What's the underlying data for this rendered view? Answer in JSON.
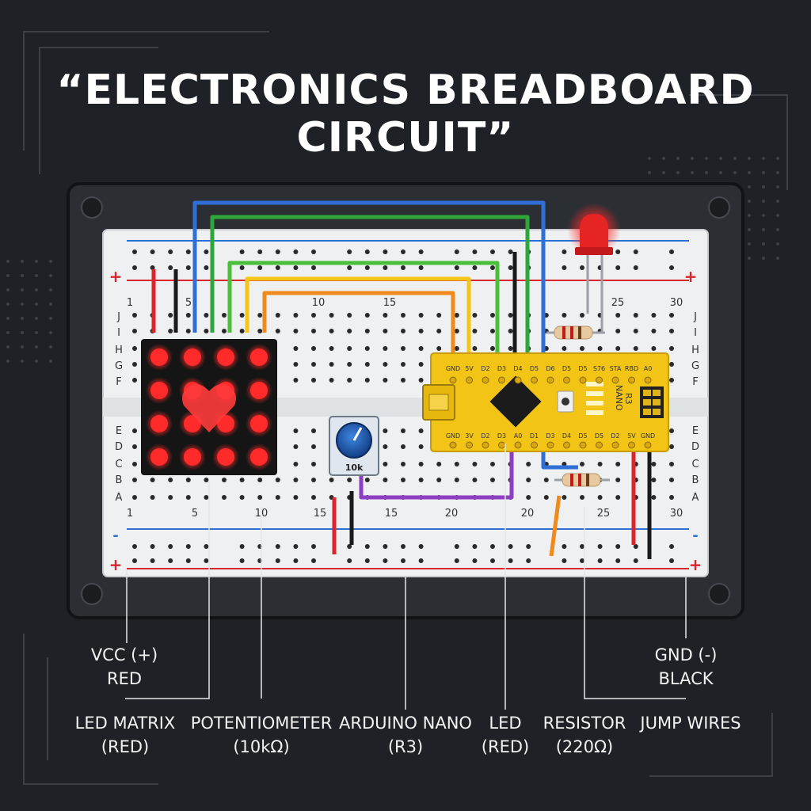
{
  "title": "“ELECTRONICS BREADBOARD CIRCUIT”",
  "colors": {
    "background": "#1e2226",
    "frame": "#2b2f34",
    "board": "#eef0f1",
    "rail_red": "#d8262c",
    "rail_blue": "#2e6fd1",
    "nano": "#f2c416",
    "led_red": "#ff2a2a",
    "wire_blue": "#2f6fd6",
    "wire_green": "#2fa63a",
    "wire_yellow": "#f5c518",
    "wire_orange": "#f08a1c",
    "wire_purple": "#8c3fc0",
    "wire_black": "#1a1a1a"
  },
  "board": {
    "rail_plus": "+",
    "rail_minus": "-",
    "row_letters_top": [
      "J",
      "I",
      "H",
      "G",
      "F"
    ],
    "row_letters_bottom": [
      "E",
      "D",
      "C",
      "B",
      "A"
    ],
    "col_numbers_top": [
      "1",
      "5",
      "10",
      "15",
      "25",
      "30"
    ],
    "col_numbers_bottom": [
      "1",
      "5",
      "10",
      "15",
      "15",
      "20",
      "20",
      "25",
      "30"
    ]
  },
  "nano": {
    "top_pins": [
      "GND",
      "5V",
      "D2",
      "D3",
      "D4",
      "D5",
      "D6",
      "D5",
      "D5",
      "S76",
      "STA",
      "RBD",
      "A0"
    ],
    "bottom_pins": [
      "GND",
      "3V",
      "D2",
      "D3",
      "A0",
      "D1",
      "D3",
      "D4",
      "D5",
      "D5",
      "D2",
      "5V",
      "GND"
    ],
    "model": "NANO",
    "rev": "R3"
  },
  "potentiometer": {
    "value": "10k"
  },
  "labels": {
    "vcc": {
      "line1": "VCC (+)",
      "line2": "RED"
    },
    "gnd": {
      "line1": "GND (-)",
      "line2": "BLACK"
    },
    "led_matrix": {
      "line1": "LED MATRIX",
      "line2": "(RED)"
    },
    "potentiometer": {
      "line1": "POTENTIOMETER",
      "line2": "(10kΩ)"
    },
    "arduino": {
      "line1": "ARDUINO NANO",
      "line2": "(R3)"
    },
    "led": {
      "line1": "LED",
      "line2": "(RED)"
    },
    "resistor": {
      "line1": "RESISTOR",
      "line2": "(220Ω)"
    },
    "jump_wires": {
      "line1": "JUMP WIRES"
    }
  },
  "icons": {
    "led_matrix": "led-matrix-icon",
    "heart": "heart-icon",
    "led": "led-icon",
    "resistor": "resistor-icon",
    "potentiometer": "potentiometer-icon",
    "chip": "chip-icon",
    "usb": "usb-icon"
  }
}
